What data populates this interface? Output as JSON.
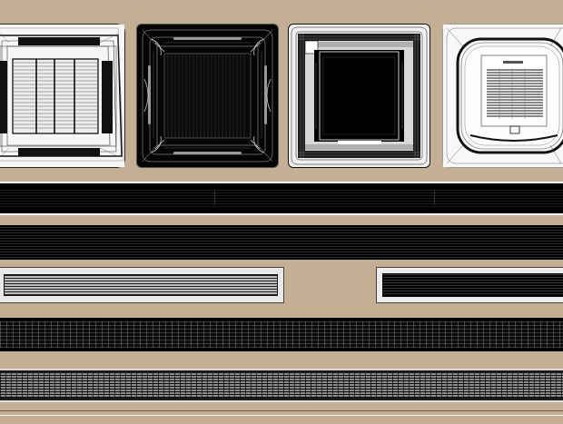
{
  "scene": {
    "background_color": "#c4ae94",
    "units": [
      {
        "name": "cassette-unit-1",
        "style": "white-wireframe-grille"
      },
      {
        "name": "cassette-unit-2",
        "style": "black-wireframe-square"
      },
      {
        "name": "cassette-unit-3",
        "style": "black-panel-white-frame"
      },
      {
        "name": "cassette-unit-4",
        "style": "white-round-grille-with-logo"
      }
    ],
    "strips": [
      {
        "name": "linear-diffuser-strip-1",
        "tone": "black"
      },
      {
        "name": "linear-diffuser-strip-2",
        "tone": "black"
      },
      {
        "name": "grille-bar-left",
        "tone": "light"
      },
      {
        "name": "grille-bar-right",
        "tone": "dark"
      },
      {
        "name": "slot-grid-strip",
        "tone": "black"
      },
      {
        "name": "slot-grid-strip-gray",
        "tone": "gray"
      }
    ]
  }
}
